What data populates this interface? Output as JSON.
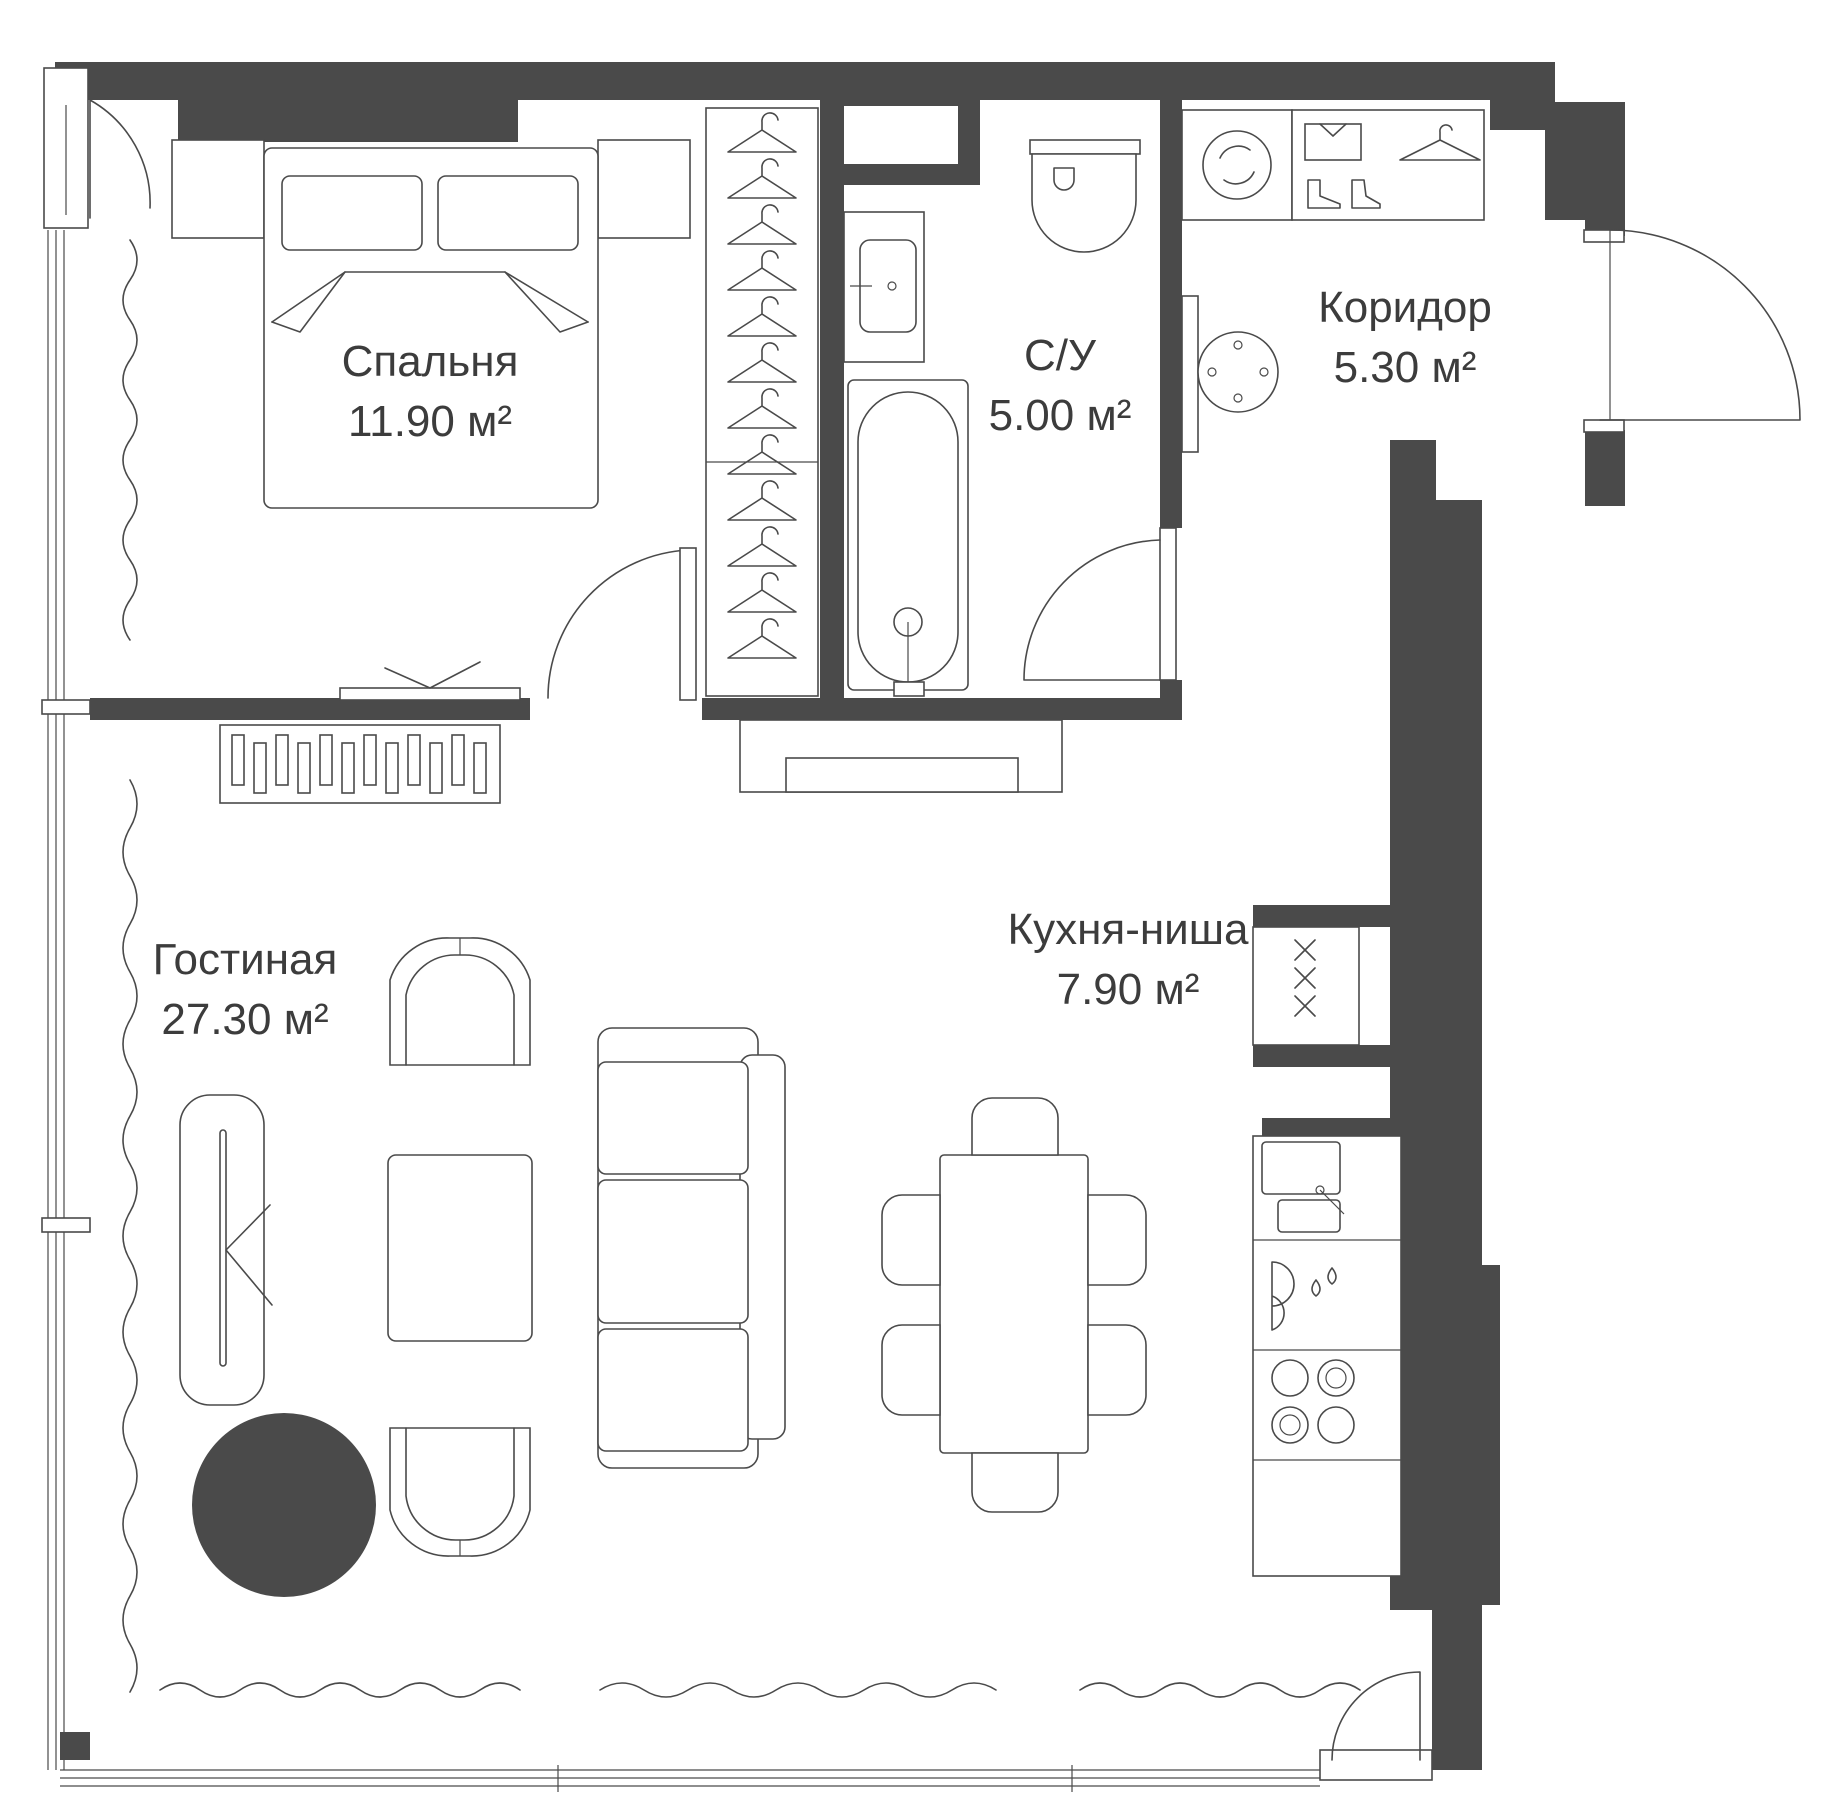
{
  "rooms": {
    "bedroom": {
      "name": "Спальня",
      "area": "11.90 м²"
    },
    "bathroom": {
      "name": "С/У",
      "area": "5.00 м²"
    },
    "corridor": {
      "name": "Коридор",
      "area": "5.30 м²"
    },
    "kitchen": {
      "name": "Кухня-ниша",
      "area": "7.90 м²"
    },
    "living": {
      "name": "Гостиная",
      "area": "27.30 м²"
    }
  },
  "colors": {
    "wall": "#4a4a4a",
    "background": "#ffffff",
    "text": "#3c3c3c"
  }
}
